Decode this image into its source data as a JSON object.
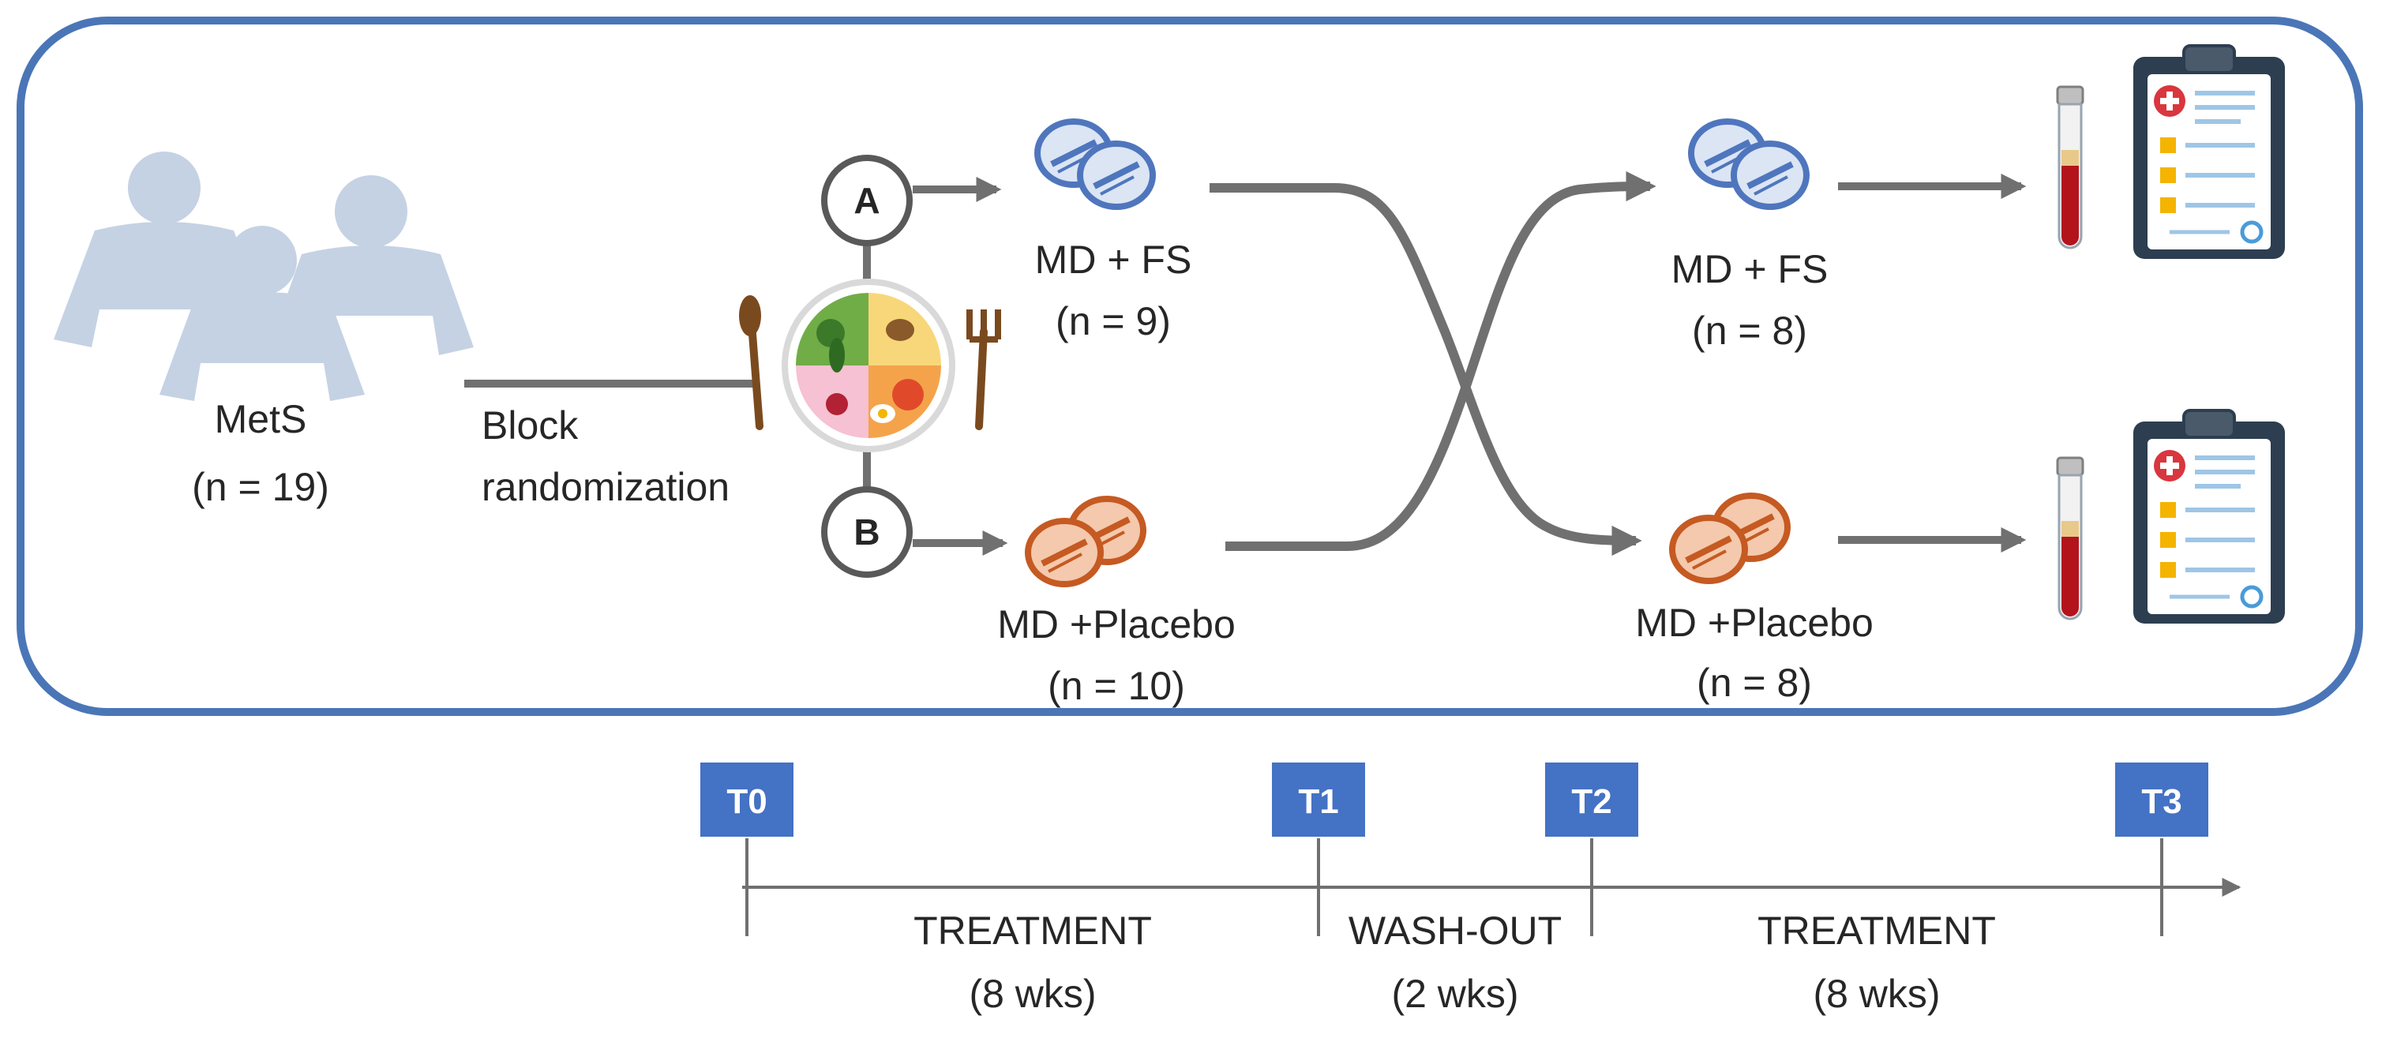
{
  "population": {
    "label": "MetS",
    "count": "(n = 19)"
  },
  "randomization": {
    "line1": "Block",
    "line2": "randomization"
  },
  "arms": {
    "a": {
      "letter": "A",
      "label": "MD + FS",
      "count": "(n = 9)"
    },
    "b": {
      "letter": "B",
      "label": "MD +Placebo",
      "count": "(n = 10)"
    }
  },
  "crossover": {
    "top": {
      "label": "MD + FS",
      "count": "(n = 8)"
    },
    "bottom": {
      "label": "MD +Placebo",
      "count": "(n = 8)"
    }
  },
  "timepoints": [
    "T0",
    "T1",
    "T2",
    "T3"
  ],
  "phases": [
    {
      "label": "TREATMENT",
      "duration": "(8 wks)"
    },
    {
      "label": "WASH-OUT",
      "duration": "(2 wks)"
    },
    {
      "label": "TREATMENT",
      "duration": "(8 wks)"
    }
  ],
  "colors": {
    "frame": "#4a76b7",
    "person": "#c5d2e4",
    "pill_blue": "#4f76bd",
    "pill_blue_fill": "#dbe5f4",
    "pill_orange": "#c55a22",
    "pill_orange_fill": "#f4c9ad",
    "timepoint_box": "#4472c4",
    "line": "#707070"
  }
}
